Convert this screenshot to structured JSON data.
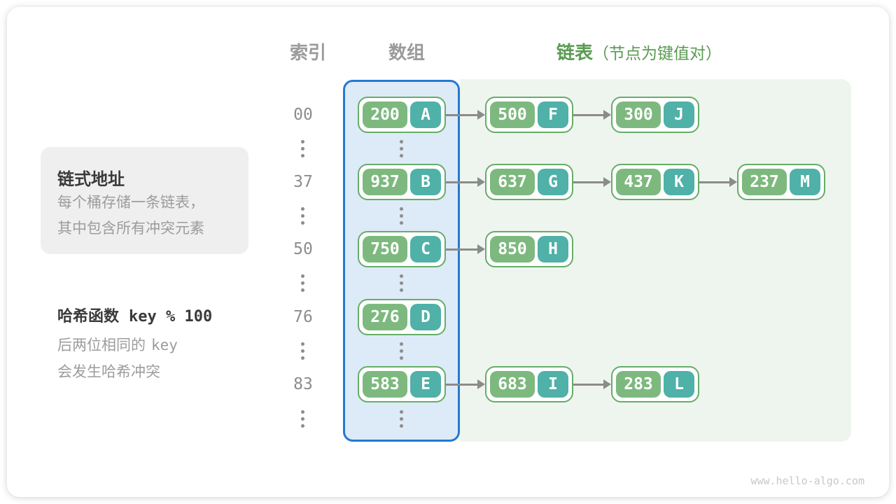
{
  "headers": {
    "index": "索引",
    "array": "数组",
    "list": "链表",
    "list_note": "（节点为键值对）"
  },
  "info_box": {
    "title": "链式地址",
    "line1": "每个桶存储一条链表，",
    "line2": "其中包含所有冲突元素"
  },
  "hash_note": {
    "title": "哈希函数",
    "formula": "key % 100",
    "desc_prefix": "后两位相同的",
    "desc_key": "key",
    "desc_line2": "会发生哈希冲突"
  },
  "rows": [
    {
      "index": "00",
      "bucket": {
        "key": "200",
        "value": "A"
      },
      "chain": [
        {
          "key": "500",
          "value": "F"
        },
        {
          "key": "300",
          "value": "J"
        }
      ]
    },
    {
      "index": "37",
      "bucket": {
        "key": "937",
        "value": "B"
      },
      "chain": [
        {
          "key": "637",
          "value": "G"
        },
        {
          "key": "437",
          "value": "K"
        },
        {
          "key": "237",
          "value": "M"
        }
      ]
    },
    {
      "index": "50",
      "bucket": {
        "key": "750",
        "value": "C"
      },
      "chain": [
        {
          "key": "850",
          "value": "H"
        }
      ]
    },
    {
      "index": "76",
      "bucket": {
        "key": "276",
        "value": "D"
      },
      "chain": []
    },
    {
      "index": "83",
      "bucket": {
        "key": "583",
        "value": "E"
      },
      "chain": [
        {
          "key": "683",
          "value": "I"
        },
        {
          "key": "283",
          "value": "L"
        }
      ]
    }
  ],
  "watermark": "www.hello-algo.com",
  "colors": {
    "accent_blue": "#2579cf",
    "bg_array": "#ddeaf7",
    "bg_list": "#eef5ee",
    "node_green": "#7db97e",
    "node_teal": "#4fb1a8",
    "node_border": "#66ad68",
    "header_gray": "#9b9b9b",
    "list_green": "#5a9b52",
    "index_gray": "#8c8c8c",
    "arrow_gray": "#8b8b8b",
    "dots_gray": "#8d8d8d",
    "box_bg": "#efefef",
    "text_dark": "#3a3a3a",
    "text_gray": "#9c9c9c",
    "watermark_gray": "#c8c8c8"
  }
}
